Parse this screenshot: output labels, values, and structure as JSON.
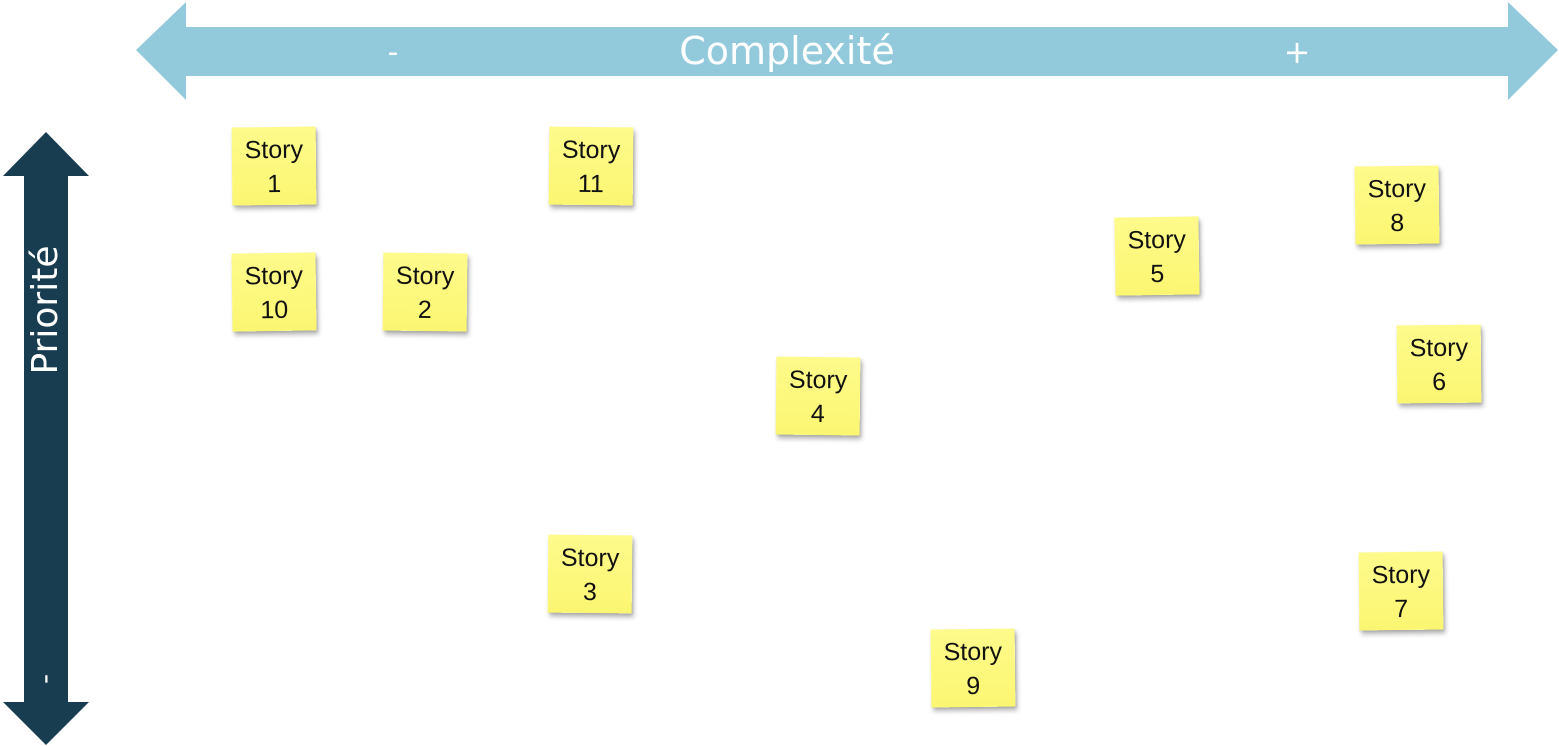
{
  "colors": {
    "complexity_arrow": "#92cadc",
    "priority_arrow": "#183d50",
    "note": "#fcf87a"
  },
  "complexity_axis": {
    "label": "Complexité",
    "low": "-",
    "high": "+"
  },
  "priority_axis": {
    "label": "Priorité",
    "low": "-"
  },
  "notes": [
    {
      "id": "1",
      "line1": "Story",
      "line2": "1"
    },
    {
      "id": "11",
      "line1": "Story",
      "line2": "11"
    },
    {
      "id": "8",
      "line1": "Story",
      "line2": "8"
    },
    {
      "id": "10",
      "line1": "Story",
      "line2": "10"
    },
    {
      "id": "2",
      "line1": "Story",
      "line2": "2"
    },
    {
      "id": "5",
      "line1": "Story",
      "line2": "5"
    },
    {
      "id": "6",
      "line1": "Story",
      "line2": "6"
    },
    {
      "id": "4",
      "line1": "Story",
      "line2": "4"
    },
    {
      "id": "3",
      "line1": "Story",
      "line2": "3"
    },
    {
      "id": "7",
      "line1": "Story",
      "line2": "7"
    },
    {
      "id": "9",
      "line1": "Story",
      "line2": "9"
    }
  ]
}
